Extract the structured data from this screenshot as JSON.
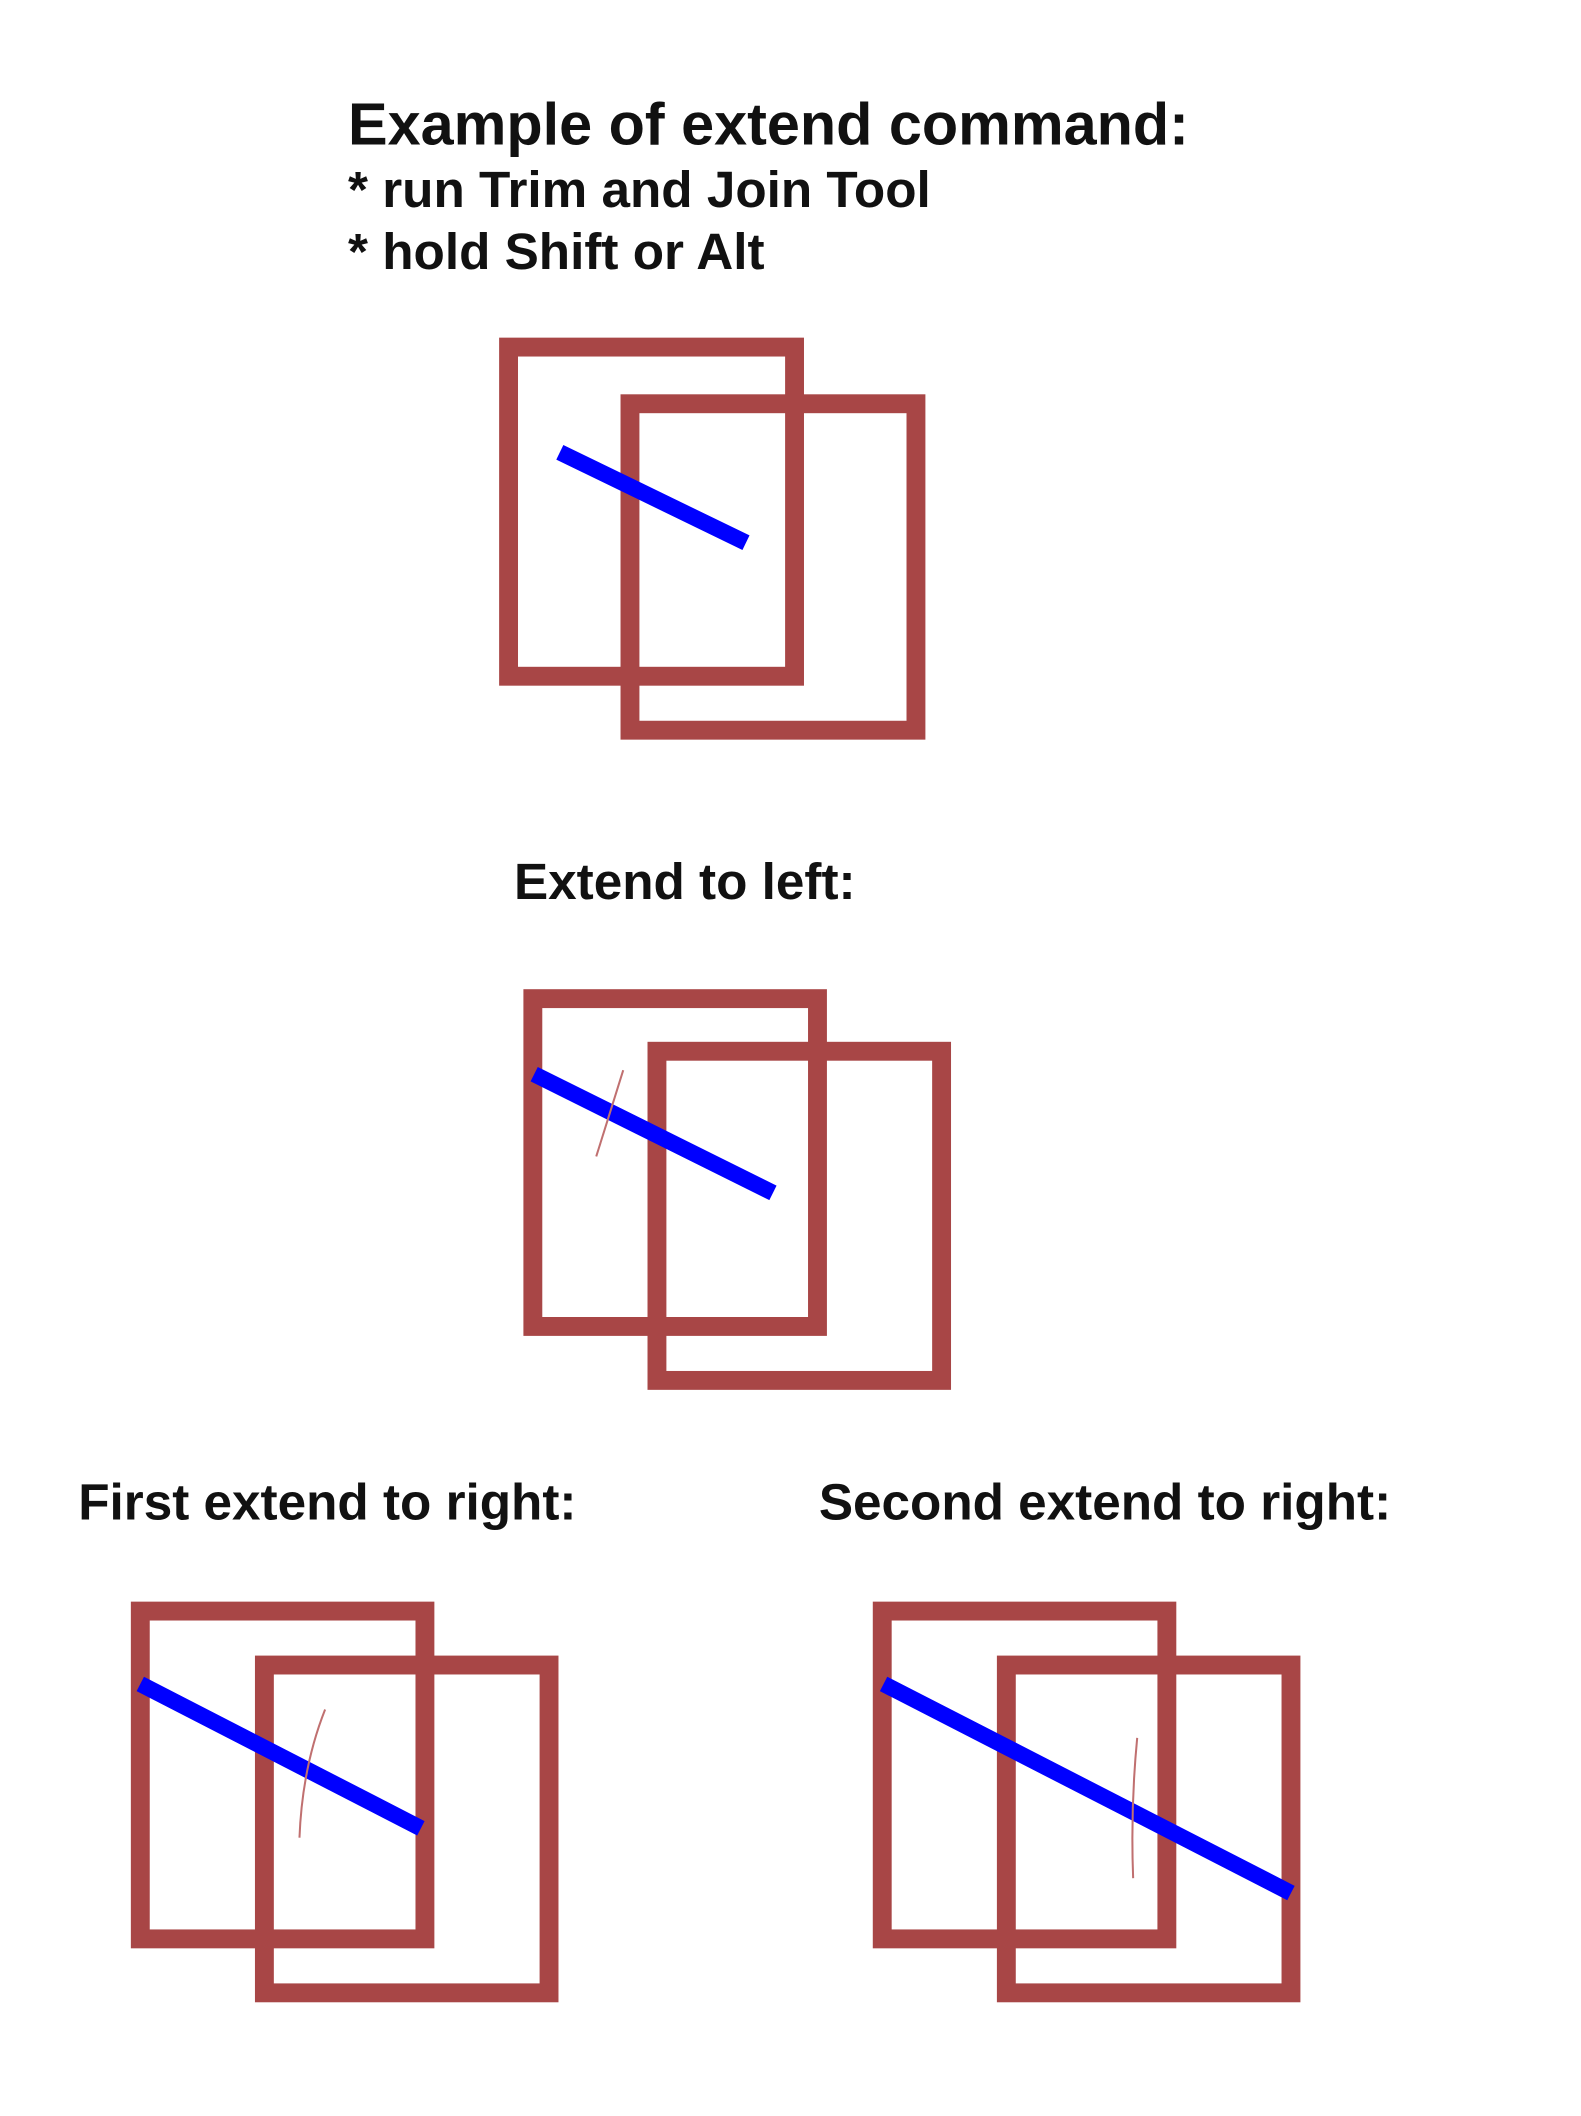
{
  "title": "Example of extend command:",
  "steps": [
    "* run Trim and Join Tool",
    "* hold Shift or Alt"
  ],
  "labels": {
    "left": "Extend to left:",
    "first_right": "First extend to right:",
    "second_right": "Second extend to right:"
  },
  "colors": {
    "rectangle": "#a84646",
    "line": "#0000ff",
    "cut_mark": "#c07070"
  }
}
